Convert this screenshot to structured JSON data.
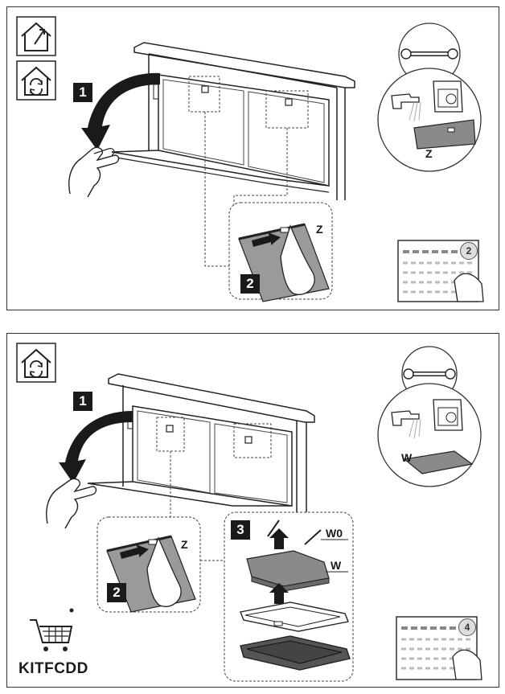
{
  "top_panel": {
    "steps": [
      "1",
      "2"
    ],
    "detail_letter": "Z",
    "side_letter": "Z",
    "calendar_months": "2"
  },
  "bottom_panel": {
    "steps": [
      "1",
      "2",
      "3"
    ],
    "detail_letter": "Z",
    "side_letter": "W",
    "filter_letter_w0": "W0",
    "filter_letter_w": "W",
    "product_code": "KITFCDD",
    "calendar_months": "4"
  },
  "icons": {
    "house_arrow": "house-upward-arrow-icon",
    "house_cycle": "house-recycle-icon",
    "wrench": "wrench-icon",
    "tap": "water-tap-icon",
    "dishwasher": "dishwasher-icon",
    "cart": "shopping-cart-icon",
    "calendar": "calendar-icon",
    "hand": "hand-icon"
  },
  "colors": {
    "line": "#1a1a1a",
    "filter_gray": "#8a8a8a",
    "dark_filter": "#555555"
  }
}
